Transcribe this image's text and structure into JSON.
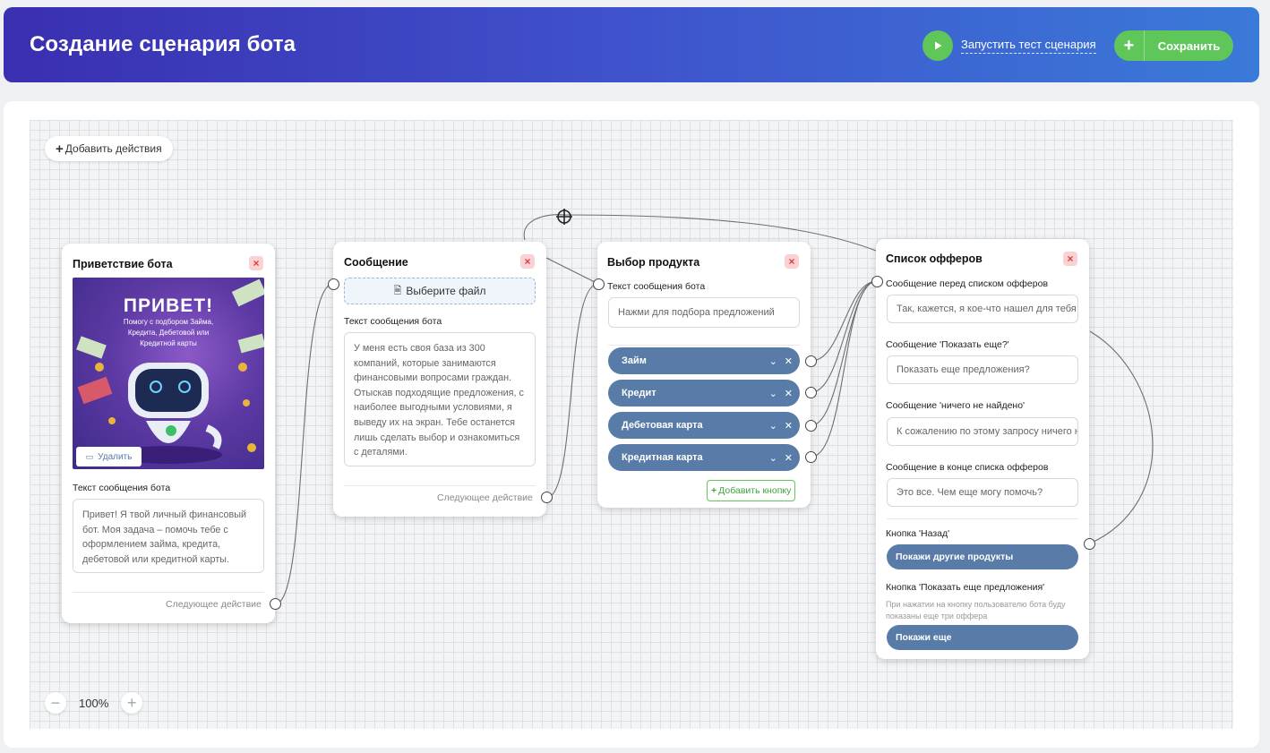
{
  "header": {
    "title": "Создание сценария бота",
    "run_test_label": "Запустить тест сценария",
    "save_label": "Сохранить"
  },
  "toolbar": {
    "add_actions_label": "Добавить действия"
  },
  "zoom": {
    "minus": "−",
    "value": "100%",
    "plus": "+"
  },
  "node_greeting": {
    "title": "Приветствие бота",
    "promo_heading": "ПРИВЕТ!",
    "promo_sub": "Помогу с подбором Займа, Кредита, Дебетовой или Кредитной карты",
    "delete_label": "Удалить",
    "text_label": "Текст сообщения бота",
    "text": "Привет! Я твой личный финансовый бот. Моя задача – помочь тебе с оформлением займа, кредита, дебетовой или кредитной карты.",
    "next_label": "Следующее действие"
  },
  "node_message": {
    "title": "Сообщение",
    "file_label": "Выберите файл",
    "text_label": "Текст сообщения бота",
    "text": "У меня есть своя база из 300 компаний, которые занимаются финансовыми вопросами граждан. Отыскав подходящие предложения, с наиболее выгодными условиями, я выведу их на экран. Тебе останется лишь сделать выбор и ознакомиться с деталями.",
    "next_label": "Следующее действие"
  },
  "node_product": {
    "title": "Выбор продукта",
    "text_label": "Текст сообщения бота",
    "text_placeholder": "Нажми для подбора предложений",
    "options": [
      "Займ",
      "Кредит",
      "Дебетовая карта",
      "Кредитная карта"
    ],
    "add_button_label": "Добавить кнопку"
  },
  "node_offers": {
    "title": "Список офферов",
    "before_label": "Сообщение перед списком офферов",
    "before_value": "Так, кажется, я кое-что нашел для тебя",
    "more_label": "Сообщение 'Показать еще?'",
    "more_value": "Показать еще предложения?",
    "none_label": "Сообщение 'ничего не найдено'",
    "none_value": "К сожалению по этому запросу ничего не найдено",
    "end_label": "Сообщение в конце списка офферов",
    "end_value": "Это все. Чем еще могу помочь?",
    "back_label": "Кнопка 'Назад'",
    "back_button": "Покажи другие продукты",
    "show_more_label": "Кнопка 'Показать еще предложения'",
    "show_more_hint": "При нажатии на кнопку пользователю бота буду показаны еще три оффера",
    "show_more_button": "Покажи еще"
  },
  "colors": {
    "accent_green": "#5fc65a",
    "pill_blue": "#587ca7",
    "header_start": "#3a2fb0",
    "header_end": "#3a7ad8",
    "close_red": "#e03a3a"
  }
}
